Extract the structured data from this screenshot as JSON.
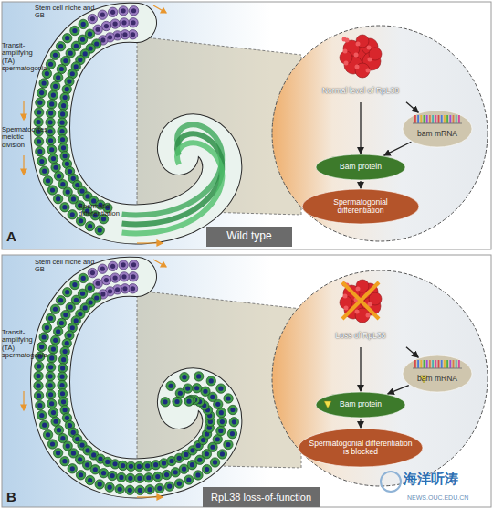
{
  "diagram": {
    "nodes": [
      {
        "text": [
          "Normal level of RpL38"
        ]
      },
      {
        "text": [
          "bam mRNA"
        ]
      },
      {
        "text": [
          "Bam protein"
        ]
      },
      {
        "text": [
          "Spermatogonial differentiation"
        ]
      },
      {
        "text": [
          "Wild type"
        ]
      },
      {
        "text": [
          "Loss of RpL38"
        ]
      },
      {
        "text": [
          "bam mRNA"
        ]
      },
      {
        "text": [
          "Bam protein"
        ]
      },
      {
        "text": [
          "Spermatogonial differentiation is blocked"
        ]
      },
      {
        "text": [
          "RpL38 loss-of-function"
        ]
      }
    ],
    "edges": [
      {
        "from": 0,
        "to": 1,
        "arrow": "to"
      },
      {
        "from": 0,
        "to": 2,
        "arrow": "to"
      },
      {
        "from": 1,
        "to": 2,
        "arrow": "to"
      },
      {
        "from": 2,
        "to": 3,
        "arrow": "to"
      },
      {
        "from": 5,
        "to": 6,
        "arrow": "to"
      },
      {
        "from": 5,
        "to": 7,
        "arrow": "to"
      },
      {
        "from": 6,
        "to": 7,
        "arrow": "to"
      },
      {
        "from": 7,
        "to": 8,
        "arrow": "to"
      }
    ],
    "labels": [
      "A",
      "Stem cell niche and GB",
      "Transit-amplifying (TA) spermatogonia",
      "Spermatocytes meiotic division",
      "Spermatid differentiation",
      "Stem cell niche and GB",
      "Transit-amplifying (TA) spermatogonia",
      "B",
      "海洋听涛",
      "NEWS.OUC.EDU.CN"
    ]
  }
}
